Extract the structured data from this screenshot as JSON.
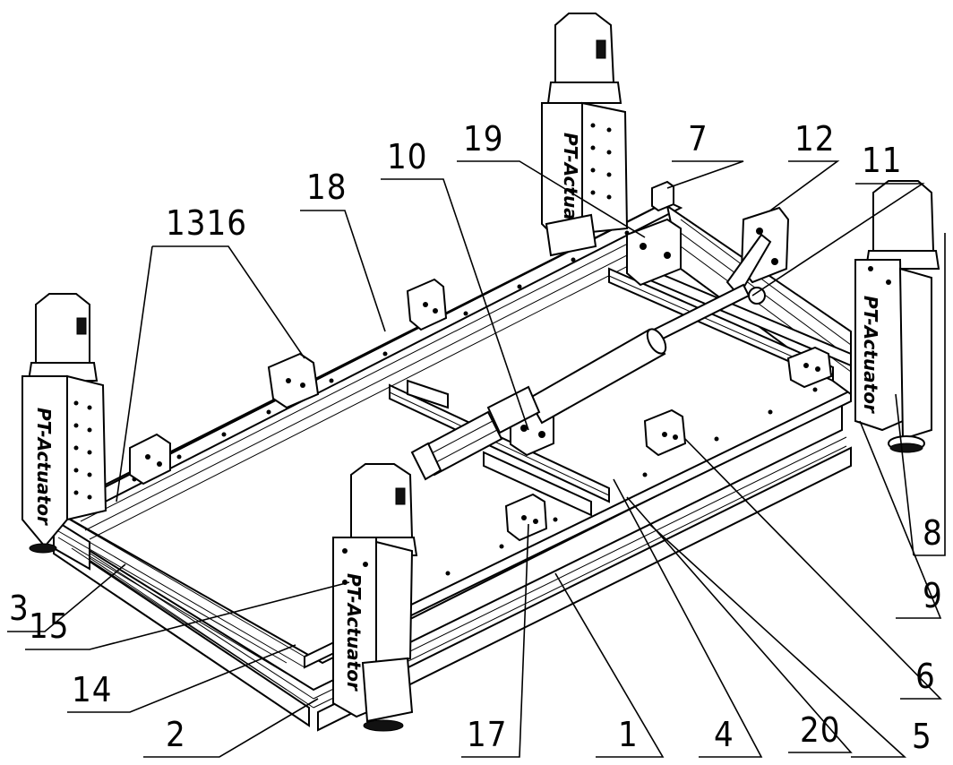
{
  "drawing": {
    "brand_text": "PT-Actuator",
    "callouts": [
      {
        "id": "c-1316",
        "text": "1316"
      },
      {
        "id": "c-18",
        "text": "18"
      },
      {
        "id": "c-10",
        "text": "10"
      },
      {
        "id": "c-19",
        "text": "19"
      },
      {
        "id": "c-7",
        "text": "7"
      },
      {
        "id": "c-12",
        "text": "12"
      },
      {
        "id": "c-11",
        "text": "11"
      },
      {
        "id": "c-8",
        "text": "8"
      },
      {
        "id": "c-9",
        "text": "9"
      },
      {
        "id": "c-6",
        "text": "6"
      },
      {
        "id": "c-5",
        "text": "5"
      },
      {
        "id": "c-20",
        "text": "20"
      },
      {
        "id": "c-4",
        "text": "4"
      },
      {
        "id": "c-1",
        "text": "1"
      },
      {
        "id": "c-17",
        "text": "17"
      },
      {
        "id": "c-2",
        "text": "2"
      },
      {
        "id": "c-14",
        "text": "14"
      },
      {
        "id": "c-15",
        "text": "15"
      },
      {
        "id": "c-3",
        "text": "3"
      }
    ]
  }
}
